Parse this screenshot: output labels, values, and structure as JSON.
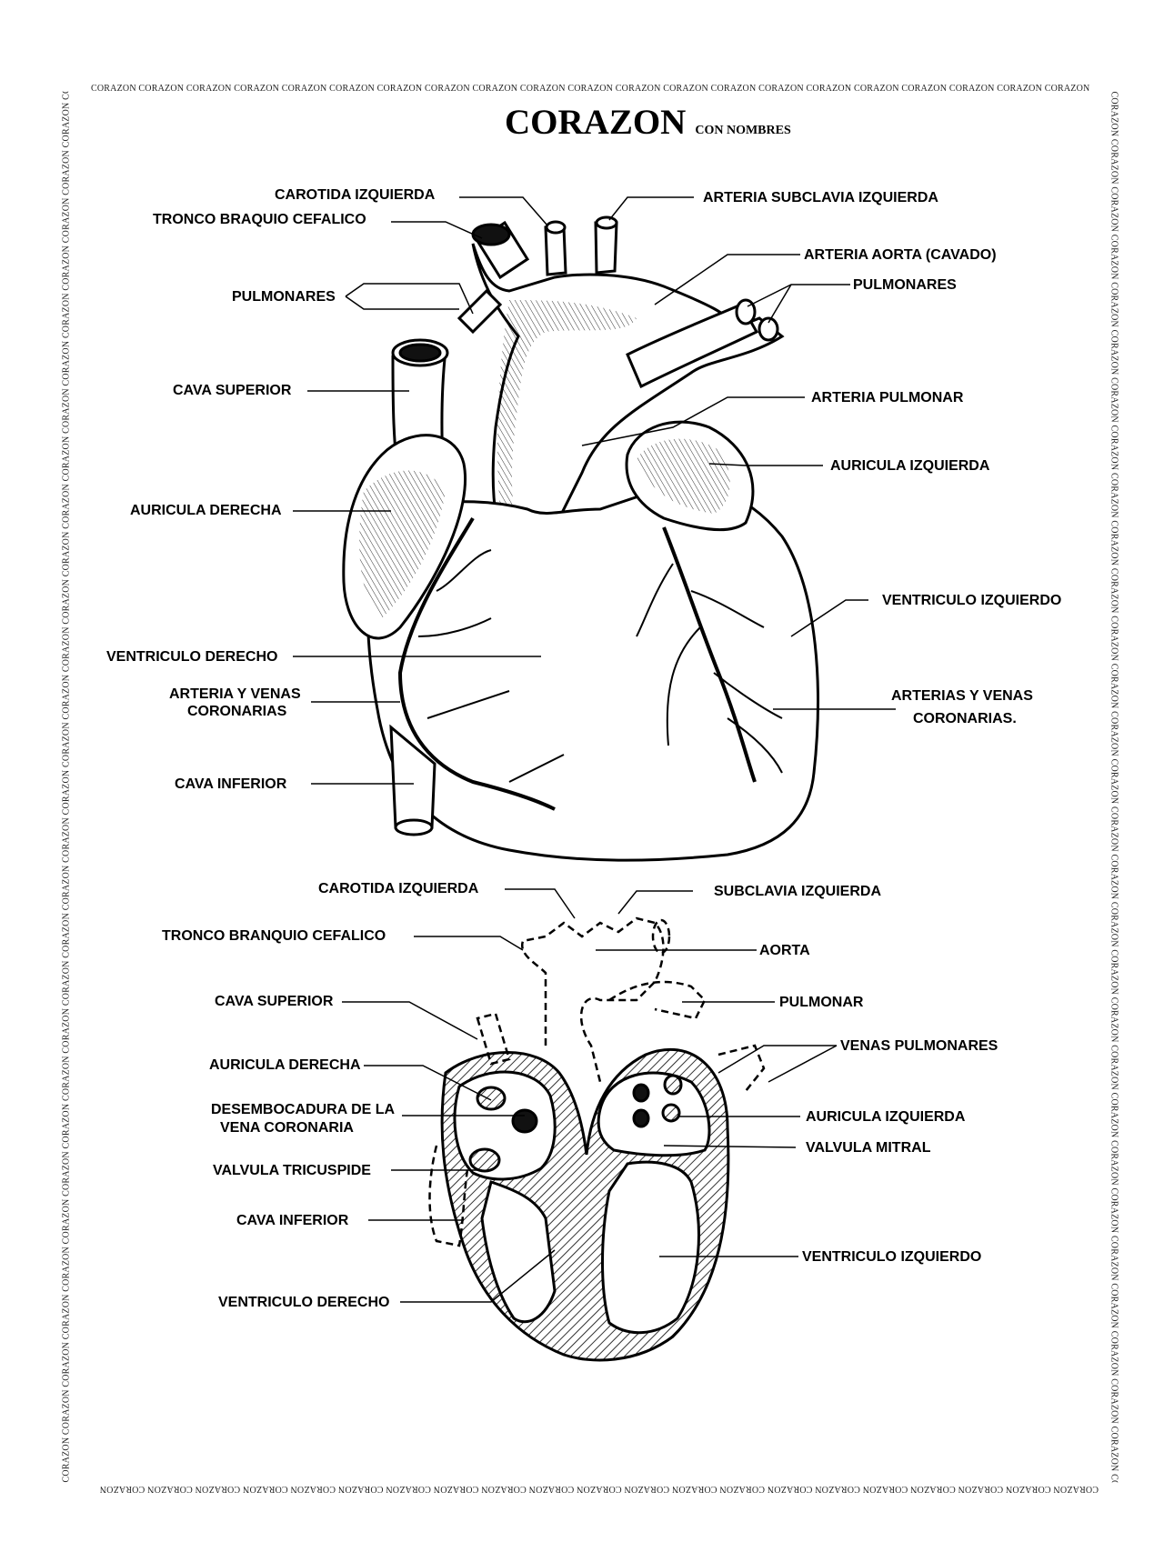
{
  "border_word": "CORAZON",
  "title": "CORAZON",
  "subtitle": "CON NOMBRES",
  "external_view": {
    "labels": {
      "carotida_izquierda": "CAROTIDA IZQUIERDA",
      "tronco_braquio_cefalico": "TRONCO BRAQUIO CEFALICO",
      "pulmonares_left": "PULMONARES",
      "cava_superior": "CAVA SUPERIOR",
      "auricula_derecha": "AURICULA DERECHA",
      "ventriculo_derecho": "VENTRICULO DERECHO",
      "arteria_venas_coronarias_1": "ARTERIA Y VENAS",
      "arteria_venas_coronarias_2": "CORONARIAS",
      "cava_inferior": "CAVA INFERIOR",
      "arteria_subclavia_izquierda": "ARTERIA SUBCLAVIA IZQUIERDA",
      "arteria_aorta": "ARTERIA AORTA (CAVADO)",
      "pulmonares_right": "PULMONARES",
      "arteria_pulmonar": "ARTERIA PULMONAR",
      "auricula_izquierda": "AURICULA IZQUIERDA",
      "ventriculo_izquierdo": "VENTRICULO IZQUIERDO",
      "arterias_venas_coronarias_1": "ARTERIAS Y VENAS",
      "arterias_venas_coronarias_2": "CORONARIAS."
    }
  },
  "section_view": {
    "labels": {
      "carotida_izquierda": "CAROTIDA IZQUIERDA",
      "tronco_branquio_cefalico": "TRONCO BRANQUIO CEFALICO",
      "cava_superior": "CAVA SUPERIOR",
      "auricula_derecha": "AURICULA DERECHA",
      "desembocadura_1": "DESEMBOCADURA DE LA",
      "desembocadura_2": "VENA CORONARIA",
      "valvula_tricuspide": "VALVULA TRICUSPIDE",
      "cava_inferior": "CAVA INFERIOR",
      "ventriculo_derecho": "VENTRICULO DERECHO",
      "subclavia_izquierda": "SUBCLAVIA IZQUIERDA",
      "aorta": "AORTA",
      "pulmonar": "PULMONAR",
      "venas_pulmonares": "VENAS PULMONARES",
      "auricula_izquierda": "AURICULA IZQUIERDA",
      "valvula_mitral": "VALVULA MITRAL",
      "ventriculo_izquierdo": "VENTRICULO IZQUIERDO"
    }
  }
}
